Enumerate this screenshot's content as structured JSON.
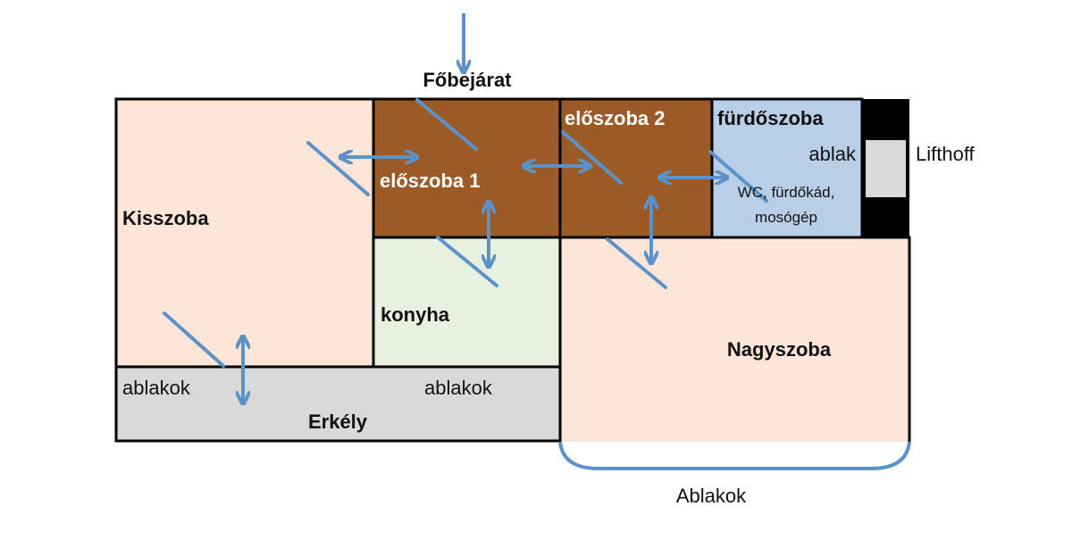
{
  "title": "Alaprajz",
  "entrance": {
    "label": "Főbejárat"
  },
  "rooms": {
    "kisszoba": "Kisszoba",
    "eloszoba1": "előszoba 1",
    "eloszoba2": "előszoba 2",
    "konyha": "konyha",
    "furdoszoba": "fürdőszoba",
    "furdoszoba_window": "ablak",
    "furdoszoba_items_1": "WC, fürdőkád,",
    "furdoszoba_items_2": "mosógép",
    "erkely": "Erkély",
    "erkely_windows_left": "ablakok",
    "erkely_windows_right": "ablakok",
    "nagyszoba": "Nagyszoba",
    "nagyszoba_windows": "Ablakok",
    "lift": "Lifthoff"
  },
  "colors": {
    "living": "#FDE5D8",
    "hall": "#9C5B26",
    "kitchen": "#E8F1DF",
    "bath": "#B9CFE8",
    "balcony": "#D9D9D9",
    "arrow": "#5B93C8"
  }
}
